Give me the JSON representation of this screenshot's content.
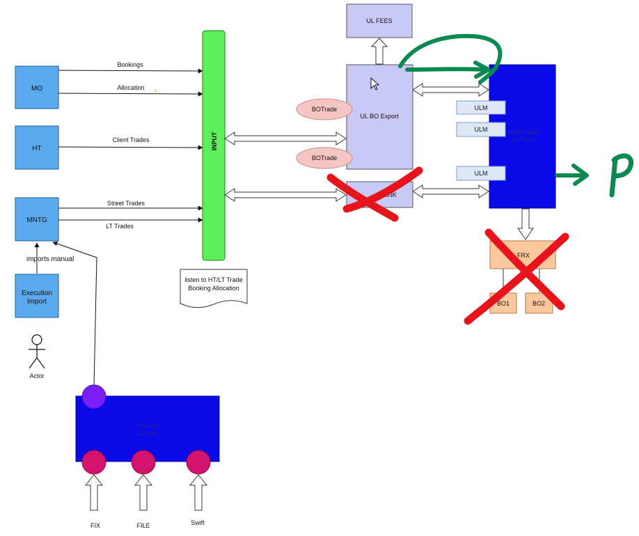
{
  "nodes": {
    "mo": "MO",
    "ht": "HT",
    "mntg": "MNTG",
    "execution_import_line1": "Execution",
    "execution_import_line2": "Import",
    "actor": "Actor",
    "input": "INPUT",
    "input_note_line1": "listen to HT/LT Trade",
    "input_note_line2": "Booking Allocation",
    "ul_fees": "UL FEES",
    "ul_bo_export": "UL BO Export",
    "botrade_1": "BOTrade",
    "botrade_2": "BOTrade",
    "link": "LINK",
    "post_trade_line1": "Post Trade",
    "post_trade_line2": "OFFICE",
    "ulm_1": "ULM",
    "ulm_2": "ULM",
    "ulm_3": "ULM",
    "frx": "FRX",
    "bo1": "BO1",
    "bo2": "BO2",
    "bottom_box_line1": "Versions",
    "bottom_box_line2": "Group",
    "fix": "FIX",
    "file": "FILE",
    "swift": "Swift"
  },
  "edges": {
    "bookings": "Bookings",
    "allocation": "Allocation",
    "client_trades": "Client Trades",
    "street_trades": "Street Trades",
    "lt_trades": "LT Trades",
    "imports_manual": "imports manual"
  },
  "annotations": {
    "handwritten_letter": "P"
  },
  "colors": {
    "blue_box": "#5aa9ee",
    "blue_box_stroke": "#1f5f9a",
    "green_bar": "#5ef05a",
    "lavender": "#c9c9f8",
    "pink_ellipse": "#f5c6c3",
    "dark_blue": "#0a0ae8",
    "ulm_fill": "#dce8f8",
    "peach": "#fbc89d",
    "magenta_circle": "#d4136f",
    "purple_circle": "#7a1ef5",
    "red_x": "#e8141b",
    "green_pen": "#0a8a52"
  }
}
